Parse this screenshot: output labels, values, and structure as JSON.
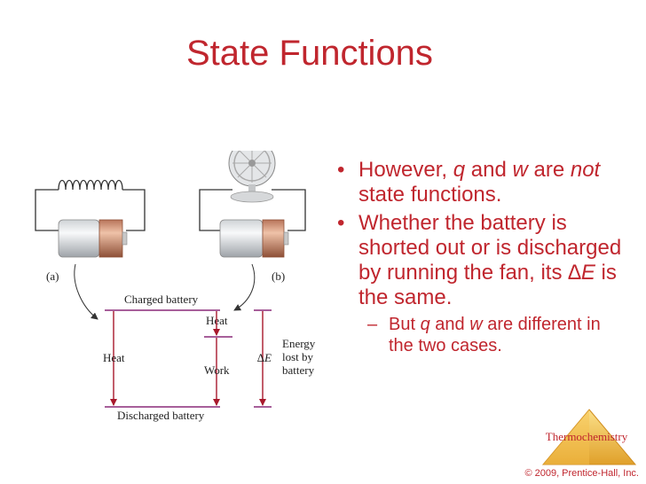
{
  "slide": {
    "title": "State Functions",
    "bullets": [
      {
        "parts": [
          "However, ",
          "q",
          " and ",
          "w",
          " are ",
          "not",
          " state functions."
        ]
      },
      {
        "parts": [
          "Whether the battery is shorted out or is discharged by running the fan, its ",
          "∆E",
          " is the same."
        ]
      }
    ],
    "sub_bullet": {
      "parts": [
        "But ",
        "q",
        " and ",
        "w",
        " are different in the two cases."
      ]
    }
  },
  "diagram": {
    "label_a": "(a)",
    "label_b": "(b)",
    "charged_battery": "Charged battery",
    "discharged_battery": "Discharged battery",
    "heat_left": "Heat",
    "heat_right": "Heat",
    "work": "Work",
    "delta_e": "∆E",
    "energy_lines": [
      "Energy",
      "lost by",
      "battery"
    ]
  },
  "logo_label": "Thermochemistry",
  "copyright": "© 2009, Prentice-Hall, Inc."
}
